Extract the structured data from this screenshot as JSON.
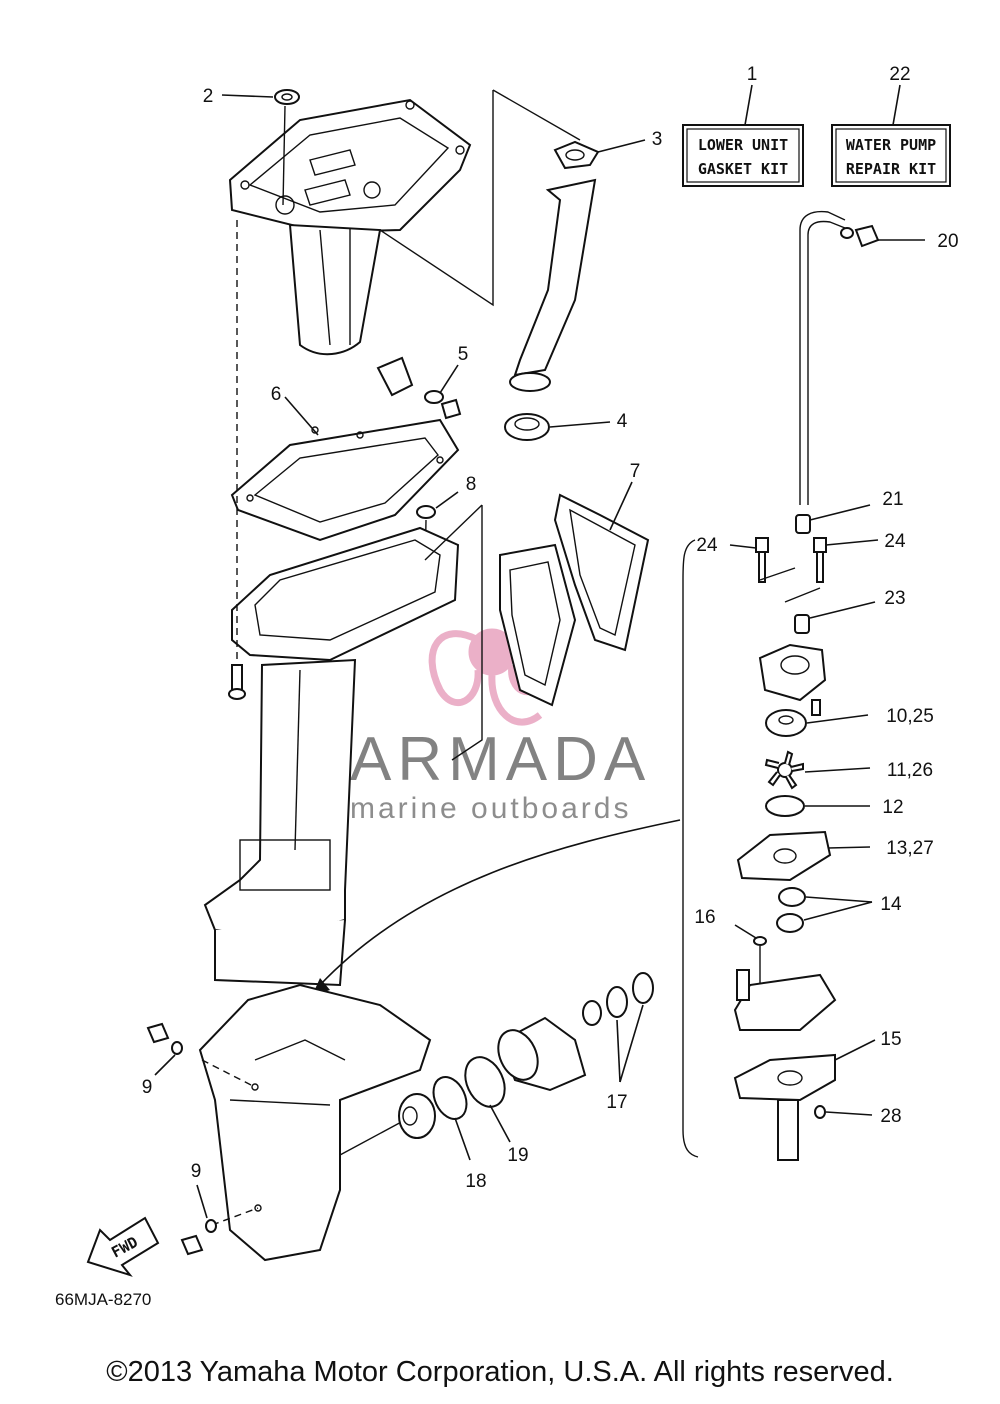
{
  "callouts": {
    "c1": "1",
    "c2": "2",
    "c3": "3",
    "c4": "4",
    "c5": "5",
    "c6": "6",
    "c7": "7",
    "c8": "8",
    "c9a": "9",
    "c9b": "9",
    "c10_25": "10,25",
    "c11_26": "11,26",
    "c12": "12",
    "c13_27": "13,27",
    "c14": "14",
    "c15": "15",
    "c16": "16",
    "c17": "17",
    "c18": "18",
    "c19": "19",
    "c20": "20",
    "c21": "21",
    "c22": "22",
    "c23": "23",
    "c24a": "24",
    "c24b": "24",
    "c28": "28"
  },
  "kits": {
    "lower_unit": {
      "line1": "LOWER UNIT",
      "line2": "GASKET KIT"
    },
    "water_pump": {
      "line1": "WATER PUMP",
      "line2": "REPAIR KIT"
    }
  },
  "arrow_label": "FWD",
  "diagram_code": "66MJA-8270",
  "watermark": {
    "title": "ARMADA",
    "subtitle": "marine outboards"
  },
  "copyright": "©2013 Yamaha Motor Corporation, U.S.A. All rights reserved.",
  "colors": {
    "ink": "#111111",
    "watermark_pink": "#e8a3bf",
    "watermark_gray": "#6d6d6d"
  }
}
